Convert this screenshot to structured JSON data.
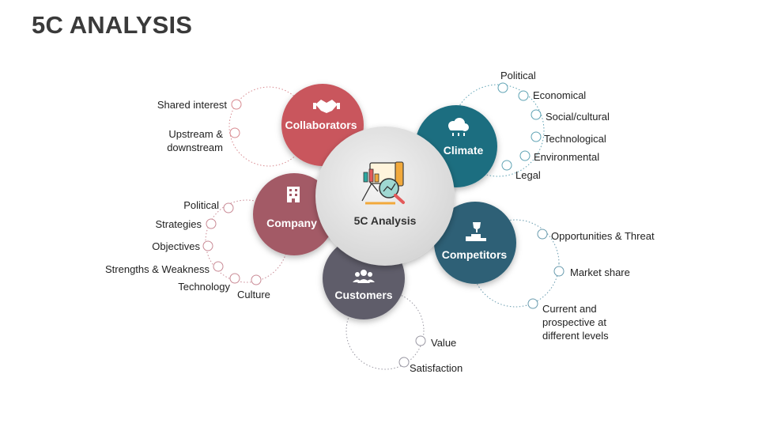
{
  "title": "5C ANALYSIS",
  "center": {
    "label": "5C Analysis",
    "icon": "analysis-chart-magnifier-icon"
  },
  "colors": {
    "collaborators": "#c9565d",
    "climate": "#1d6e80",
    "competitors": "#2d6176",
    "customers": "#5f5d6a",
    "company": "#a35a66",
    "center": "#e6e6e6"
  },
  "collaborators": {
    "label": "Collaborators",
    "icon": "handshake-icon",
    "items": [
      "Shared interest",
      "Upstream &",
      "downstream"
    ]
  },
  "climate": {
    "label": "Climate",
    "icon": "cloud-rain-icon",
    "items": [
      "Political",
      "Economical",
      "Social/cultural",
      "Technological",
      "Environmental",
      "Legal"
    ]
  },
  "company": {
    "label": "Company",
    "icon": "building-icon",
    "items": [
      "Political",
      "Strategies",
      "Objectives",
      "Strengths & Weakness",
      "Technology",
      "Culture"
    ]
  },
  "competitors": {
    "label": "Competitors",
    "icon": "trophy-podium-icon",
    "items": [
      "Opportunities & Threat",
      "Market share",
      "Current and",
      "prospective at",
      "different levels"
    ]
  },
  "customers": {
    "label": "Customers",
    "icon": "people-group-icon",
    "items": [
      "Value",
      "Satisfaction"
    ]
  }
}
